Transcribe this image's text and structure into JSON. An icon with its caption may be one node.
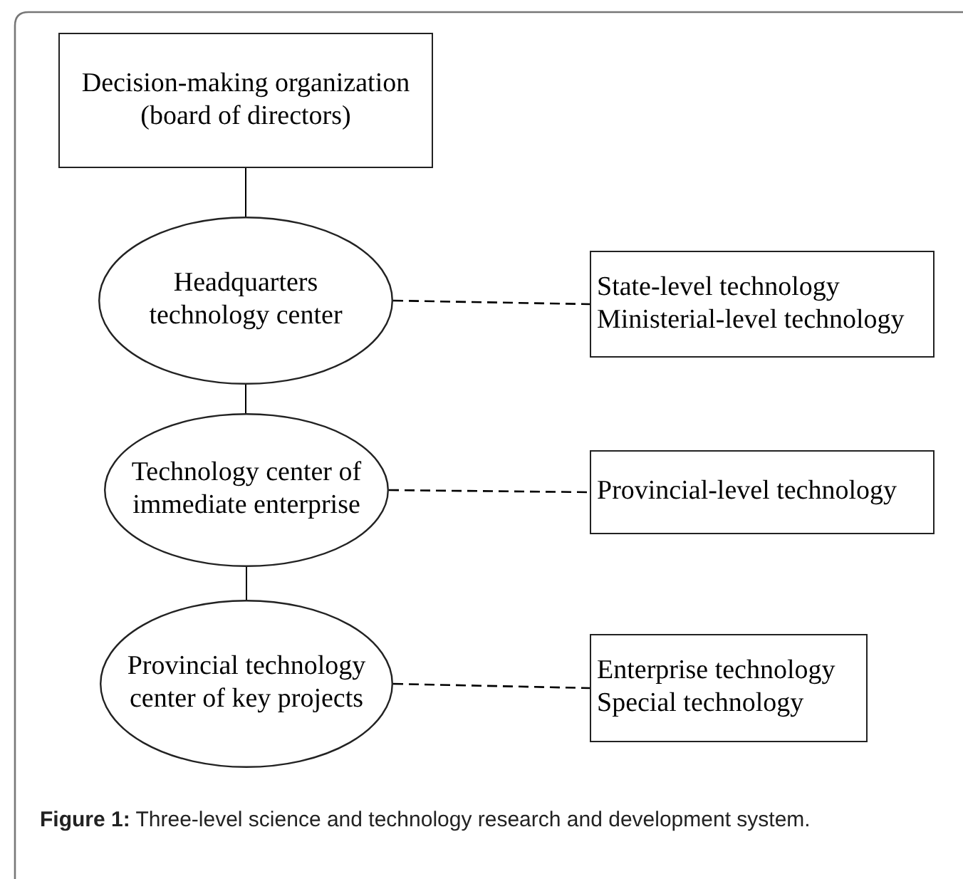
{
  "diagram": {
    "caption": "**Figure 1:** Three-level science and technology research and development system.",
    "nodes": [
      {
        "text": [
          "Decision-making organization (board of directors)"
        ]
      },
      {
        "text": [
          "Headquarters technology center"
        ]
      },
      {
        "text": [
          "State-level technology",
          "Ministerial-level technology"
        ]
      },
      {
        "text": [
          "Technology center of immediate enterprise"
        ]
      },
      {
        "text": [
          "Provincial-level technology"
        ]
      },
      {
        "text": [
          "Provincial technology center of key projects"
        ]
      },
      {
        "text": [
          "Enterprise technology",
          "Special technology"
        ]
      }
    ],
    "edges": [
      {
        "from": 0,
        "to": 1,
        "arrow": "none"
      },
      {
        "from": 1,
        "to": 3,
        "arrow": "none"
      },
      {
        "from": 3,
        "to": 5,
        "arrow": "none"
      },
      {
        "from": 1,
        "to": 2,
        "arrow": "none",
        "style": "dashed"
      },
      {
        "from": 3,
        "to": 4,
        "arrow": "none",
        "style": "dashed"
      },
      {
        "from": 5,
        "to": 6,
        "arrow": "none",
        "style": "dashed"
      }
    ]
  }
}
